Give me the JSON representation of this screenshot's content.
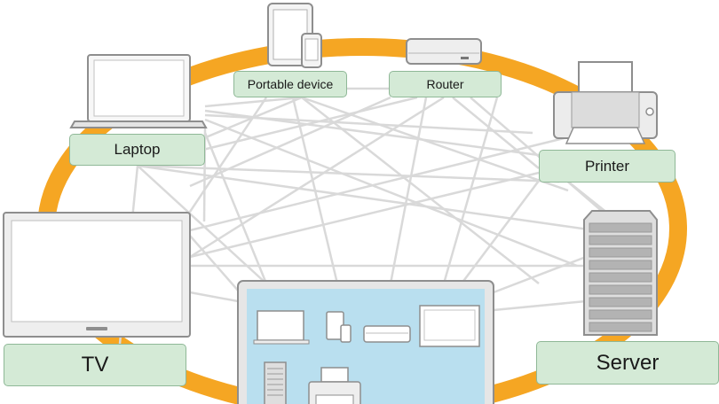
{
  "diagram": {
    "nodes": [
      {
        "id": "portable",
        "label": "Portable device",
        "icon": "tablet-phone-icon"
      },
      {
        "id": "router",
        "label": "Router",
        "icon": "router-icon"
      },
      {
        "id": "laptop",
        "label": "Laptop",
        "icon": "laptop-icon"
      },
      {
        "id": "printer",
        "label": "Printer",
        "icon": "printer-icon"
      },
      {
        "id": "tv",
        "label": "TV",
        "icon": "tv-icon"
      },
      {
        "id": "server",
        "label": "Server",
        "icon": "server-icon"
      },
      {
        "id": "computer",
        "label": "",
        "icon": "computer-monitor-icon"
      }
    ],
    "colors": {
      "ring": "#f5a623",
      "connection": "#d9d9d9",
      "label_fill": "#d4ead6",
      "label_border": "#8fb897",
      "screen": "#b9dfef"
    }
  }
}
